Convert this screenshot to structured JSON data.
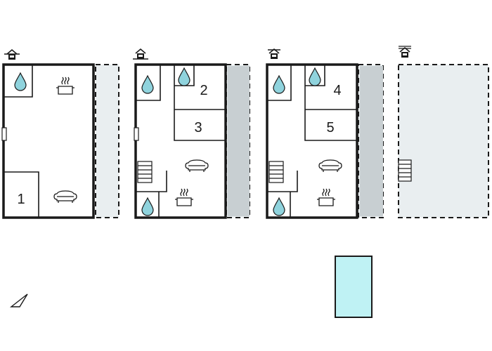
{
  "colors": {
    "wall": "#1a1a1a",
    "water_drop": "#8fd3dd",
    "pool": "#bff2f4",
    "terrace": "#e9eef0",
    "balcony": "#c8cfd2"
  },
  "floors": [
    {
      "rooms": [
        {
          "number": "1"
        }
      ],
      "icons": [
        "floor-icon",
        "water-drop-icon",
        "stove-icon",
        "sofa-icon",
        "door-icon"
      ]
    },
    {
      "rooms": [
        {
          "number": "2"
        },
        {
          "number": "3"
        }
      ],
      "icons": [
        "floor-icon",
        "water-drop-icon",
        "sofa-icon",
        "stove-icon",
        "stairs-icon",
        "door-icon"
      ]
    },
    {
      "rooms": [
        {
          "number": "4"
        },
        {
          "number": "5"
        }
      ],
      "icons": [
        "floor-icon",
        "water-drop-icon",
        "sofa-icon",
        "stove-icon",
        "stairs-icon"
      ]
    },
    {
      "rooms": [],
      "icons": [
        "floor-icon",
        "stairs-icon"
      ]
    }
  ],
  "compass": "north-arrow-icon",
  "pool": "pool-icon"
}
